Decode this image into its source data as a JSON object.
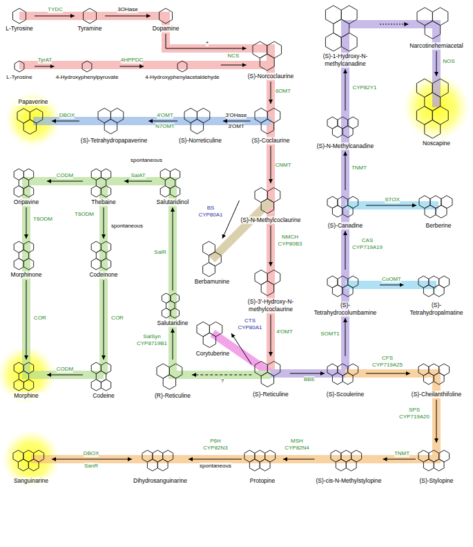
{
  "diagram": {
    "nodes": [
      {
        "text": [
          "L-Tyrosine"
        ]
      },
      {
        "text": [
          "Tyramine"
        ]
      },
      {
        "text": [
          "Dopamine"
        ]
      },
      {
        "text": [
          "L-Tyrosine"
        ]
      },
      {
        "text": [
          "4-Hydroxyphenylpyruvate"
        ]
      },
      {
        "text": [
          "4-Hydroxyphenylacetaldehyde"
        ]
      },
      {
        "text": [
          "(S)-Norcoclaurine"
        ]
      },
      {
        "text": [
          "(S)-1-Hydroxy-N-methylcanadine"
        ]
      },
      {
        "text": [
          "Narcotinehemiacetal"
        ]
      },
      {
        "text": [
          "Papaverine"
        ]
      },
      {
        "text": [
          "(S)-Tetrahydropapaverine"
        ]
      },
      {
        "text": [
          "(S)-Norreticuline"
        ]
      },
      {
        "text": [
          "(S)-Coclaurine"
        ]
      },
      {
        "text": [
          "(S)-N-Methylcanadine"
        ]
      },
      {
        "text": [
          "Noscapine"
        ]
      },
      {
        "text": [
          "Oripavine"
        ]
      },
      {
        "text": [
          "Thebaine"
        ]
      },
      {
        "text": [
          "Salutaridinol"
        ]
      },
      {
        "text": [
          "(S)-N-Methylcoclaurine"
        ]
      },
      {
        "text": [
          "(S)-Canadine"
        ]
      },
      {
        "text": [
          "Berberine"
        ]
      },
      {
        "text": [
          "Berbamunine"
        ]
      },
      {
        "text": [
          "Morphinone"
        ]
      },
      {
        "text": [
          "Codeinone"
        ]
      },
      {
        "text": [
          "(S)-3'-Hydroxy-N-methylcoclaurine"
        ]
      },
      {
        "text": [
          "(S)-Tetrahydrocolumbamine"
        ]
      },
      {
        "text": [
          "(S)-Tetrahydropalmatine"
        ]
      },
      {
        "text": [
          "Salutaridine"
        ]
      },
      {
        "text": [
          "Corytuberine"
        ]
      },
      {
        "text": [
          "Morphine"
        ]
      },
      {
        "text": [
          "Codeine"
        ]
      },
      {
        "text": [
          "(R)-Reticuline"
        ]
      },
      {
        "text": [
          "(S)-Reticuline"
        ]
      },
      {
        "text": [
          "(S)-Scoulerine"
        ]
      },
      {
        "text": [
          "(S)-Cheilanthifoline"
        ]
      },
      {
        "text": [
          "(S)-Stylopine"
        ]
      },
      {
        "text": [
          "(S)-cis-N-Methylstylopine"
        ]
      },
      {
        "text": [
          "Protopine"
        ]
      },
      {
        "text": [
          "Dihydrosanguinarine"
        ]
      },
      {
        "text": [
          "Sanguinarine"
        ]
      }
    ],
    "edges": [
      {
        "from": 0,
        "to": 1,
        "label": "TYDC",
        "arrow": "to"
      },
      {
        "from": 1,
        "to": 2,
        "label": "3OHase",
        "arrow": "to"
      },
      {
        "from": 3,
        "to": 4,
        "label": "TyrAT",
        "arrow": "to"
      },
      {
        "from": 4,
        "to": 5,
        "label": "4HPPDC",
        "arrow": "to"
      },
      {
        "from": 2,
        "to": 6,
        "arrow": "to"
      },
      {
        "from": 5,
        "to": 6,
        "label": "NCS",
        "arrow": "to"
      },
      {
        "from": 6,
        "to": 12,
        "label": "6OMT",
        "arrow": "to"
      },
      {
        "from": 12,
        "to": 11,
        "label": "3'OHase",
        "arrow": "to"
      },
      {
        "from": 11,
        "to": 10,
        "label": "4'OMT",
        "arrow": "to"
      },
      {
        "from": 10,
        "to": 9,
        "label": "DBOX",
        "arrow": "to"
      },
      {
        "from": 12,
        "to": 18,
        "label": "CNMT",
        "arrow": "to"
      },
      {
        "from": 18,
        "to": 21,
        "label": "BS CYP80A1",
        "arrow": "to"
      },
      {
        "from": 18,
        "to": 24,
        "label": "NMCH CYP80B3",
        "arrow": "to"
      },
      {
        "from": 24,
        "to": 32,
        "label": "4'OMT",
        "arrow": "to"
      },
      {
        "from": 32,
        "to": 28,
        "label": "CTS CYP80A1",
        "arrow": "to"
      },
      {
        "from": 32,
        "to": 31,
        "label": "?",
        "arrow": "to"
      },
      {
        "from": 31,
        "to": 27,
        "label": "SalSyn CYP8719B1",
        "arrow": "to"
      },
      {
        "from": 27,
        "to": 17,
        "label": "SalR",
        "arrow": "to"
      },
      {
        "from": 17,
        "to": 16,
        "label": "SalAT",
        "arrow": "to"
      },
      {
        "from": 16,
        "to": 15,
        "label": "CODM",
        "arrow": "to"
      },
      {
        "from": 16,
        "to": 23,
        "label": "T6ODM",
        "arrow": "to"
      },
      {
        "from": 15,
        "to": 22,
        "label": "T6ODM",
        "arrow": "to"
      },
      {
        "from": 22,
        "to": 29,
        "label": "COR",
        "arrow": "to"
      },
      {
        "from": 23,
        "to": 30,
        "label": "COR",
        "arrow": "to"
      },
      {
        "from": 30,
        "to": 29,
        "label": "CODM",
        "arrow": "to"
      },
      {
        "from": 32,
        "to": 33,
        "label": "BBE",
        "arrow": "to"
      },
      {
        "from": 33,
        "to": 25,
        "label": "SOMT1",
        "arrow": "to"
      },
      {
        "from": 25,
        "to": 26,
        "label": "CoOMT",
        "arrow": "to"
      },
      {
        "from": 25,
        "to": 19,
        "label": "CAS CYP719A19",
        "arrow": "to"
      },
      {
        "from": 19,
        "to": 20,
        "label": "STOX",
        "arrow": "to"
      },
      {
        "from": 19,
        "to": 13,
        "label": "TNMT",
        "arrow": "to"
      },
      {
        "from": 13,
        "to": 7,
        "label": "CYP82Y1",
        "arrow": "to"
      },
      {
        "from": 7,
        "to": 8,
        "arrow": "to"
      },
      {
        "from": 8,
        "to": 14,
        "label": "NOS",
        "arrow": "to"
      },
      {
        "from": 33,
        "to": 34,
        "label": "CFS CYP719A25",
        "arrow": "to"
      },
      {
        "from": 34,
        "to": 35,
        "label": "SPS CYP719A20",
        "arrow": "to"
      },
      {
        "from": 35,
        "to": 36,
        "label": "TNMT",
        "arrow": "to"
      },
      {
        "from": 36,
        "to": 37,
        "label": "MSH CYP82N4",
        "arrow": "to"
      },
      {
        "from": 37,
        "to": 38,
        "label": "P6H CYP82N3",
        "arrow": "to"
      },
      {
        "from": 38,
        "to": 39,
        "label": "DBOX",
        "arrow": "both"
      }
    ],
    "labels": [
      "+",
      "3'OMT",
      "N7OMT",
      "spontaneous",
      "spontaneous",
      "spontaneous",
      "SanR"
    ]
  }
}
